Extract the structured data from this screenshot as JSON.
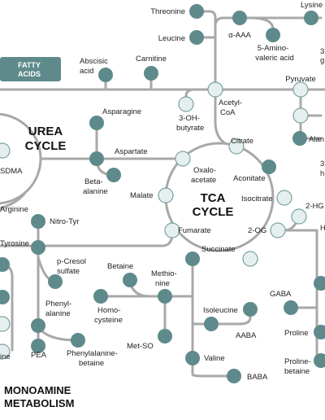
{
  "fatty_acids": {
    "line1": "FATTY",
    "line2": "ACIDS"
  },
  "cycles": {
    "urea": {
      "line1": "UREA",
      "line2": "CYCLE"
    },
    "tca": {
      "line1": "TCA",
      "line2": "CYCLE"
    },
    "monoamine": {
      "line1": "MONOAMINE",
      "line2": "METABOLISM"
    }
  },
  "labels": {
    "threonine": "Threonine",
    "lysine": "Lysine",
    "leucine": "Leucine",
    "alpha_aaa": "α-AAA",
    "amino_valeric_1": "5-Amino-",
    "amino_valeric_2": "valeric acid",
    "abscisic_1": "Abscisic",
    "abscisic_2": "acid",
    "carnitine": "Carnitine",
    "pyruvate": "Pyruvate",
    "oh_butyrate_1": "3-OH-",
    "oh_butyrate_2": "butyrate",
    "acetyl_1": "Acetyl-",
    "acetyl_2": "CoA",
    "asparagine": "Asparagine",
    "aspartate": "Aspartate",
    "beta_alanine_1": "Beta-",
    "beta_alanine_2": "alanine",
    "sdma": "SDMA",
    "citrate": "Citrate",
    "oxalo_1": "Oxalo-",
    "oxalo_2": "acetate",
    "aconitate": "Aconitate",
    "malate": "Malate",
    "isocitrate": "Isocitrate",
    "fumarate": "Fumarate",
    "two_og": "2-OG",
    "succinate": "Succinate",
    "two_hg": "2-HG",
    "arginine": "Arginine",
    "nitro_tyr": "Nitro-Tyr",
    "tyrosine": "Tyrosine",
    "p_cresol_1": "p-Cresol",
    "p_cresol_2": "sulfate",
    "betaine": "Betaine",
    "methionine_1": "Methio-",
    "methionine_2": "nine",
    "phenylalanine_1": "Phenyl-",
    "phenylalanine_2": "alanine",
    "homocysteine_1": "Homo-",
    "homocysteine_2": "cysteine",
    "isoleucine": "Isoleucine",
    "aaba": "AABA",
    "gaba": "GABA",
    "met_so": "Met-SO",
    "proline": "Proline",
    "pea": "PEA",
    "phe_betaine_1": "Phenylalanine-",
    "phe_betaine_2": "betaine",
    "valine": "Valine",
    "proline_betaine_1": "Proline-",
    "proline_betaine_2": "betaine",
    "baba": "BABA",
    "ine": "ine",
    "alan_cut": "Alan",
    "h_cut": "H",
    "three_a": "3",
    "three_g": "g",
    "three_b": "3",
    "three_h": "h"
  },
  "colors": {
    "measured_node": "#5f8a8b",
    "unmeasured_node": "#e6efef",
    "edge": "#a8a8a8"
  }
}
